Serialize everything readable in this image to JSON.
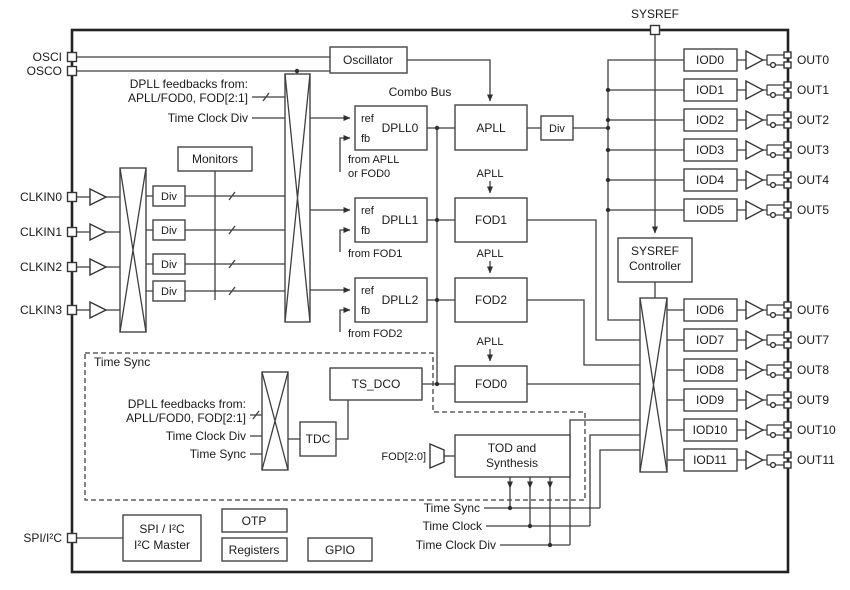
{
  "pins": {
    "osci": "OSCI",
    "osco": "OSCO",
    "clkin0": "CLKIN0",
    "clkin1": "CLKIN1",
    "clkin2": "CLKIN2",
    "clkin3": "CLKIN3",
    "spi": "SPI/I²C",
    "sysref": "SYSREF"
  },
  "blocks": {
    "oscillator": "Oscillator",
    "monitors": "Monitors",
    "div": "Div",
    "dpll0": "DPLL0",
    "dpll1": "DPLL1",
    "dpll2": "DPLL2",
    "apll": "APLL",
    "fod0": "FOD0",
    "fod1": "FOD1",
    "fod2": "FOD2",
    "ts_dco": "TS_DCO",
    "tdc": "TDC",
    "tod1": "TOD and",
    "tod2": "Synthesis",
    "sysref_ctrl1": "SYSREF",
    "sysref_ctrl2": "Controller",
    "spi1": "SPI / I²C",
    "spi2": "I²C Master",
    "otp": "OTP",
    "registers": "Registers",
    "gpio": "GPIO"
  },
  "labels": {
    "combo_bus": "Combo Bus",
    "ref": "ref",
    "fb": "fb",
    "from_apll1": "from APLL",
    "from_apll2": "or FOD0",
    "from_fod1": "from FOD1",
    "from_fod2": "from FOD2",
    "fbk1": "DPLL feedbacks from:",
    "fbk2": "APLL/FOD0, FOD[2:1]",
    "time_clock_div": "Time Clock Div",
    "time_sync": "Time Sync",
    "time_clock": "Time Clock",
    "fod20": "FOD[2:0]"
  },
  "iods": [
    "IOD0",
    "IOD1",
    "IOD2",
    "IOD3",
    "IOD4",
    "IOD5",
    "IOD6",
    "IOD7",
    "IOD8",
    "IOD9",
    "IOD10",
    "IOD11"
  ],
  "outs": [
    "OUT0",
    "OUT1",
    "OUT2",
    "OUT3",
    "OUT4",
    "OUT5",
    "OUT6",
    "OUT7",
    "OUT8",
    "OUT9",
    "OUT10",
    "OUT11"
  ]
}
